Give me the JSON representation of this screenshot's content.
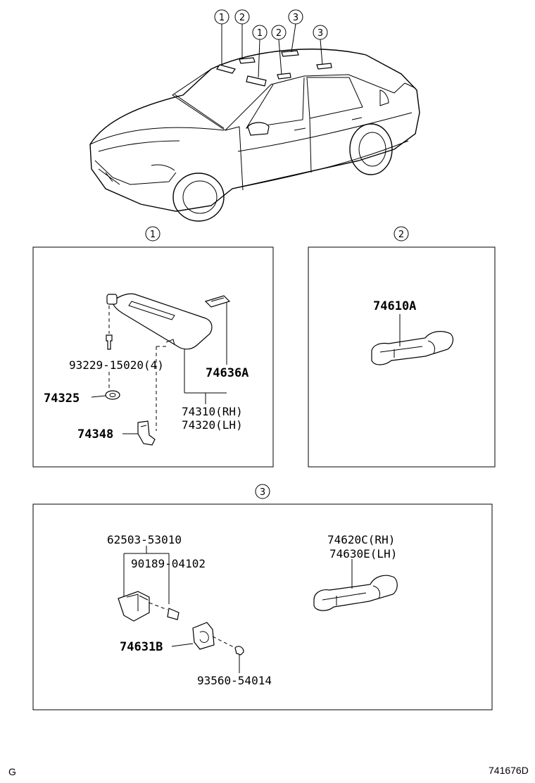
{
  "callouts": {
    "car": [
      "1",
      "2",
      "1",
      "2",
      "3",
      "3"
    ],
    "section1": "1",
    "section2": "2",
    "section3": "3"
  },
  "section1": {
    "part_93229": "93229-15020(4)",
    "part_74325": "74325",
    "part_74348": "74348",
    "part_74636A": "74636A",
    "part_74310": "74310(RH)",
    "part_74320": "74320(LH)"
  },
  "section2": {
    "part_74610A": "74610A"
  },
  "section3": {
    "part_62503": "62503-53010",
    "part_90189": "90189-04102",
    "part_74631B": "74631B",
    "part_93560": "93560-54014",
    "part_74620C": "74620C(RH)",
    "part_74630E": "74630E(LH)"
  },
  "footer": {
    "left": "G",
    "right": "741676D"
  }
}
